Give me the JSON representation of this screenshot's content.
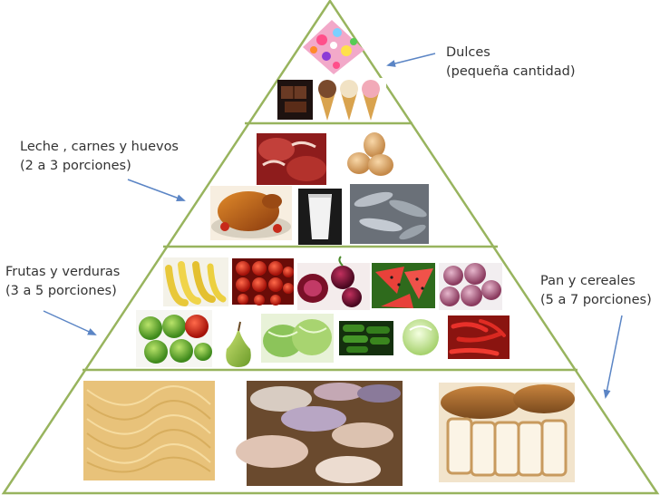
{
  "pyramid": {
    "line_color": "#98b45e",
    "tiers": [
      {
        "id": "sweets",
        "foods": [
          "candy",
          "chocolate",
          "ice-cream-cones"
        ]
      },
      {
        "id": "dairy-meat-eggs",
        "foods": [
          "meat",
          "eggs",
          "roast-chicken",
          "milk-glass",
          "fish"
        ]
      },
      {
        "id": "fruits-vegetables",
        "foods": [
          "bananas",
          "tomatoes",
          "beets",
          "watermelon",
          "onions",
          "green-apples",
          "pear",
          "lettuce",
          "cucumbers",
          "melon",
          "chili-peppers"
        ]
      },
      {
        "id": "bread-cereals",
        "foods": [
          "spaghetti",
          "grains-baskets",
          "bread-loaves"
        ]
      }
    ]
  },
  "labels": {
    "sweets": {
      "line1": "Dulces",
      "line2": "(pequeña cantidad)"
    },
    "dairy": {
      "line1": "Leche , carnes y huevos",
      "line2": "(2 a 3 porciones)"
    },
    "fruits": {
      "line1": "Frutas y verduras",
      "line2": "(3 a 5 porciones)"
    },
    "grains": {
      "line1": "Pan y cereales",
      "line2": "(5 a 7 porciones)"
    }
  },
  "colors": {
    "arrow": "#5b85c5",
    "text": "#333333"
  }
}
